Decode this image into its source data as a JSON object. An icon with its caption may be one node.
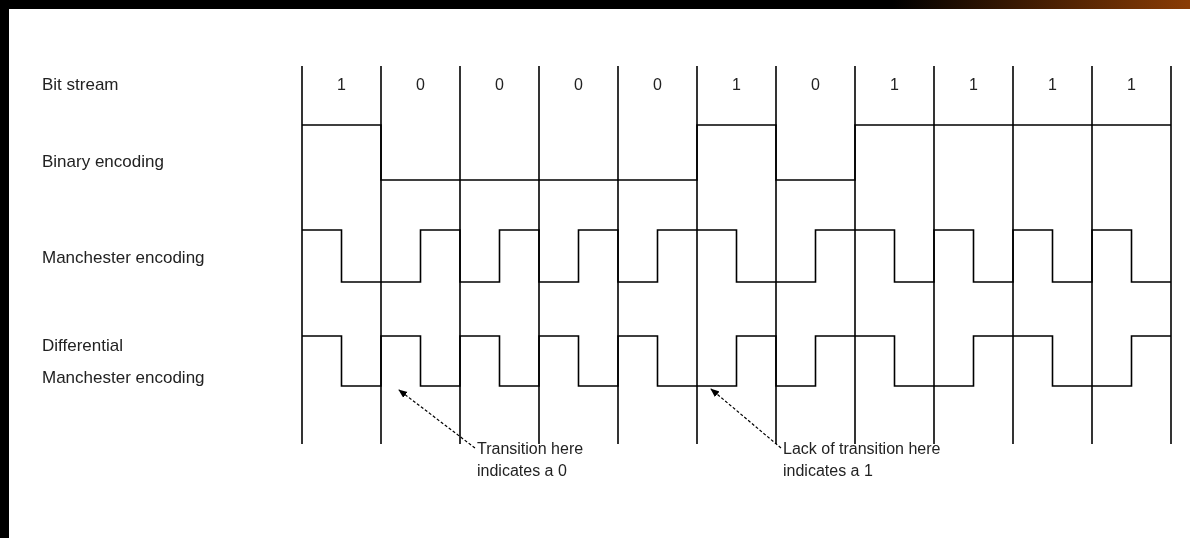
{
  "diagram": {
    "nodes": [
      {
        "text": [
          "Transition here indicates a 0"
        ]
      },
      {
        "text": [
          "Lack of transition here indicates a 1"
        ]
      },
      {
        "text": [],
        "shape": "picture"
      }
    ],
    "edges": [
      {
        "from": 0,
        "to": 2,
        "arrow": "to",
        "style": "dashed"
      },
      {
        "from": 1,
        "to": 2,
        "arrow": "to",
        "style": "dashed"
      }
    ],
    "labels": [
      "Bit stream",
      "1",
      "0",
      "0",
      "0",
      "0",
      "1",
      "0",
      "1",
      "1",
      "1",
      "1",
      "Binary encoding",
      "Manchester encoding",
      "Differential Manchester encoding"
    ]
  }
}
